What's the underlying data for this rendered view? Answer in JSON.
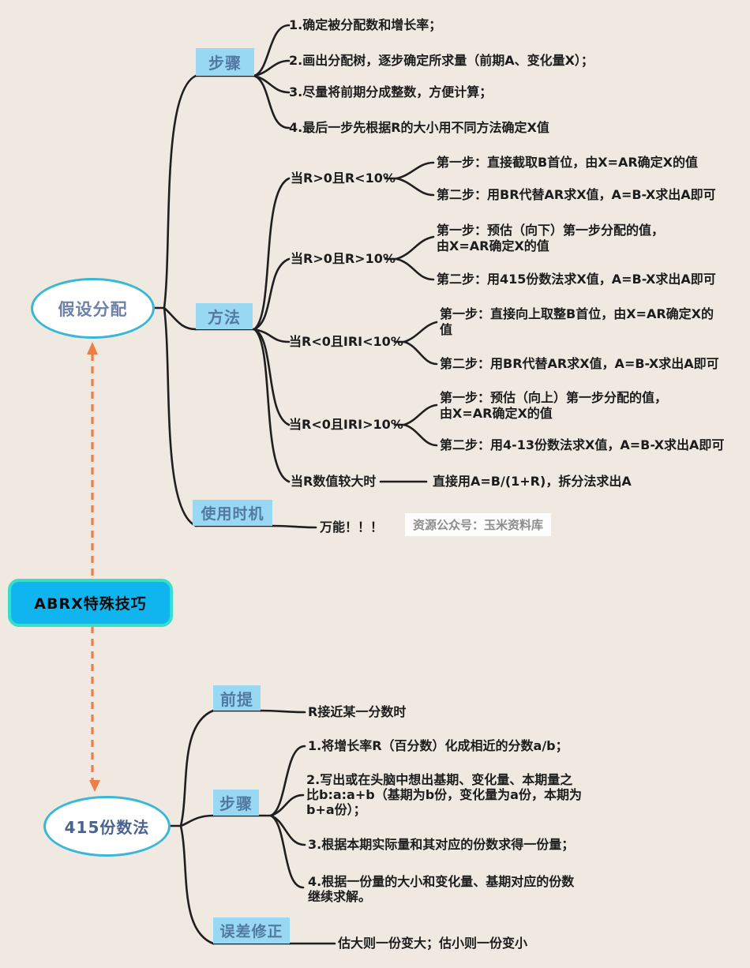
{
  "roots": {
    "top_topic": "假设分配",
    "center_topic": "ABRX特殊技巧",
    "bottom_topic": "415份数法"
  },
  "top_tree": {
    "steps": {
      "label": "步骤",
      "items": [
        "1.确定被分配数和增长率；",
        "2.画出分配树，逐步确定所求量（前期A、变化量X）；",
        "3.尽量将前期分成整数，方便计算；",
        "4.最后一步先根据R的大小用不同方法确定X值"
      ]
    },
    "methods": {
      "label": "方法",
      "cases": [
        {
          "condition": "当R>0且R<10%",
          "step1": "第一步：直接截取B首位，由X=AR确定X的值",
          "step2": "第二步：用BR代替AR求X值，A=B-X求出A即可"
        },
        {
          "condition": "当R>0且R>10%",
          "step1": "第一步：预估（向下）第一步分配的值，\n由X=AR确定X的值",
          "step2": "第二步：用415份数法求X值，A=B-X求出A即可"
        },
        {
          "condition": "当R<0且IRI<10%",
          "step1": "第一步：直接向上取整B首位，由X=AR确定X的\n值",
          "step2": "第二步：用BR代替AR求X值，A=B-X求出A即可"
        },
        {
          "condition": "当R<0且IRI>10%",
          "step1": "第一步：预估（向上）第一步分配的值，\n由X=AR确定X的值",
          "step2": "第二步：用4-13份数法求X值，A=B-X求出A即可"
        },
        {
          "condition": "当R数值较大时",
          "note": "直接用A=B/(1+R)，拆分法求出A"
        }
      ]
    },
    "timing": {
      "label": "使用时机",
      "note": "万能！！！"
    }
  },
  "bottom_tree": {
    "premise": {
      "label": "前提",
      "note": "R接近某一分数时"
    },
    "steps": {
      "label": "步骤",
      "items": [
        "1.将增长率R（百分数）化成相近的分数a/b；",
        "2.写出或在头脑中想出基期、变化量、本期量之\n比b:a:a+b（基期为b份，变化量为a份，本期为\nb+a份）；",
        "3.根据本期实际量和其对应的份数求得一份量；",
        "4.根据一份量的大小和变化量、基期对应的份数\n继续求解。"
      ]
    },
    "correction": {
      "label": "误差修正",
      "note": "估大则一份变大；估小则一份变小"
    }
  },
  "watermark": "资源公众号：玉米资料库",
  "colors": {
    "background": "#efe9e2",
    "branch_line": "#1f1f1f",
    "label_box_fill": "#99d8f3",
    "label_box_text": "#527aa0",
    "oval_border": "#38b7d8",
    "root_fill": "#10b4ee",
    "root_border": "#36dfc7",
    "arrow_orange": "#ee7e47"
  }
}
